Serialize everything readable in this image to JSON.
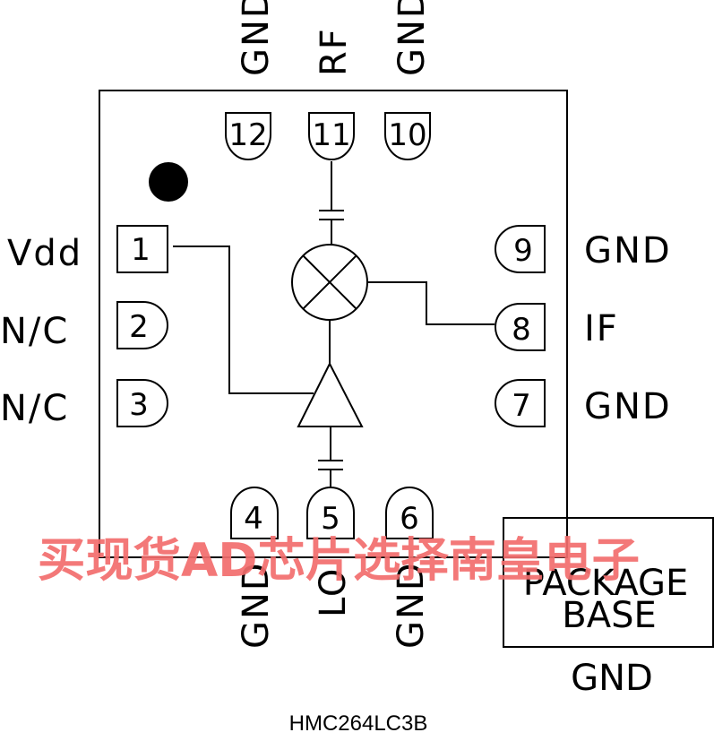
{
  "part_number": "HMC264LC3B",
  "pins_left": [
    {
      "num": "1",
      "label": "Vdd"
    },
    {
      "num": "2",
      "label": "N/C"
    },
    {
      "num": "3",
      "label": "N/C"
    }
  ],
  "pins_bottom": [
    {
      "num": "4",
      "label": "GND"
    },
    {
      "num": "5",
      "label": "LO"
    },
    {
      "num": "6",
      "label": "GND"
    }
  ],
  "pins_right": [
    {
      "num": "7",
      "label": "GND"
    },
    {
      "num": "8",
      "label": "IF"
    },
    {
      "num": "9",
      "label": "GND"
    }
  ],
  "pins_top": [
    {
      "num": "10",
      "label": "GND"
    },
    {
      "num": "11",
      "label": "RF"
    },
    {
      "num": "12",
      "label": "GND"
    }
  ],
  "package_base": {
    "line1": "PACKAGE",
    "line2": "BASE",
    "label": "GND"
  },
  "watermark": "买现货AD芯片选择南皇电子",
  "colors": {
    "line": "#000000",
    "watermark": "#f26d6d"
  }
}
